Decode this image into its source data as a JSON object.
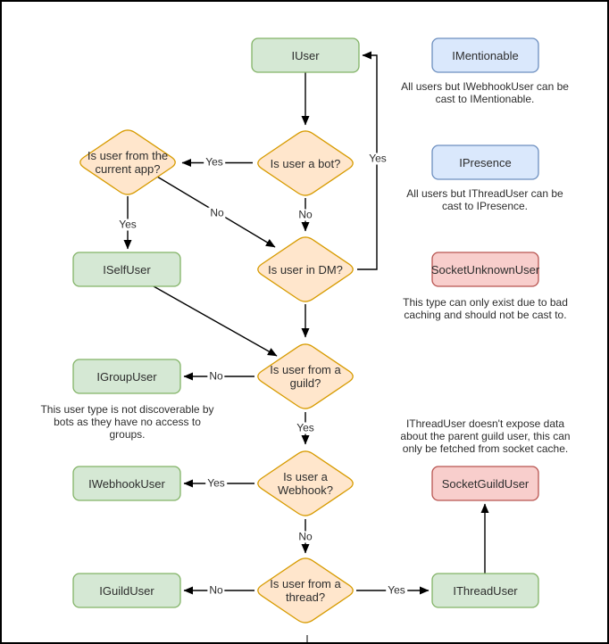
{
  "colors": {
    "green_fill": "#d5e8d4",
    "green_stroke": "#82b366",
    "orange_fill": "#ffe6cc",
    "orange_stroke": "#d79b00",
    "blue_fill": "#dae8fc",
    "blue_stroke": "#6c8ebf",
    "red_fill": "#f8cecc",
    "red_stroke": "#b85450",
    "connector": "#000000",
    "text": "#2d2d2d",
    "frame": "#000000"
  },
  "nodes": {
    "iuser": "IUser",
    "iselfuser": "ISelfUser",
    "igroupuser": "IGroupUser",
    "iwebhookuser": "IWebhookUser",
    "iguilduser": "IGuildUser",
    "ithreaduser": "IThreadUser",
    "imentionable": "IMentionable",
    "ipresence": "IPresence",
    "socketunknownuser": "SocketUnknownUser",
    "socketguilduser": "SocketGuildUser"
  },
  "decisions": {
    "bot": "Is user a bot?",
    "current_app": "Is user from the current app?",
    "dm": "Is user in DM?",
    "guild": "Is user from a guild?",
    "webhook": "Is user a Webhook?",
    "thread": "Is user from a thread?"
  },
  "edge_labels": {
    "bot_to_current_app": "Yes",
    "bot_to_dm": "No",
    "current_app_to_selfuser": "Yes",
    "current_app_to_dm": "No",
    "dm_to_iuser": "Yes",
    "guild_to_groupuser": "No",
    "guild_to_webhook": "Yes",
    "webhook_to_webhookuser": "Yes",
    "webhook_to_thread": "No",
    "thread_to_guilduser": "No",
    "thread_to_threaduser": "Yes"
  },
  "notes": {
    "imentionable": "All users but IWebhookUser can be cast to IMentionable.",
    "ipresence": "All users but IThreadUser can be cast to IPresence.",
    "socket_unknown_user": "This type can only exist due to bad caching and should not be cast to.",
    "igroupuser": "This user type is not discoverable by bots as they have no access to groups.",
    "ithreaduser": "IThreadUser doesn't expose data about the parent guild user, this can only be fetched from socket cache."
  }
}
